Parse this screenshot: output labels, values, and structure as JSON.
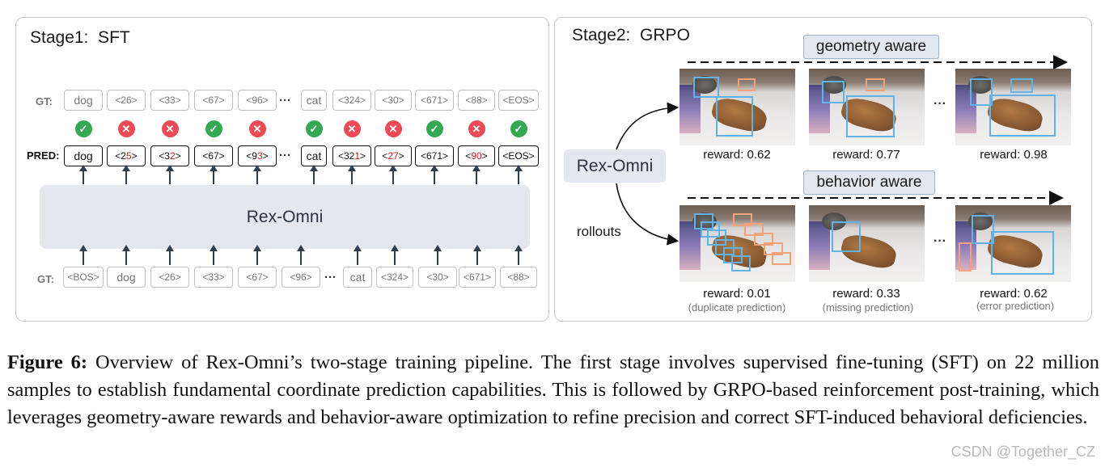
{
  "stage1": {
    "title": "Stage1:  SFT",
    "gt_label": "GT:",
    "pred_label": "PRED:",
    "gt_label_bottom": "GT:",
    "model": "Rex-Omni",
    "ellipsis": "···",
    "gt_tokens": [
      "dog",
      "<26>",
      "<33>",
      "<67>",
      "<96>",
      "cat",
      "<324>",
      "<30>",
      "<671>",
      "<88>",
      "<EOS>"
    ],
    "pred_tokens": [
      {
        "pre": "dog",
        "err": "",
        "post": ""
      },
      {
        "pre": "<2",
        "err": "5",
        "post": ">"
      },
      {
        "pre": "<3",
        "err": "2",
        "post": ">"
      },
      {
        "pre": "<67>",
        "err": "",
        "post": ""
      },
      {
        "pre": "<9",
        "err": "3",
        "post": ">"
      },
      {
        "pre": "cat",
        "err": "",
        "post": ""
      },
      {
        "pre": "<32",
        "err": "1",
        "post": ">"
      },
      {
        "pre": "<",
        "err": "27",
        "post": ">"
      },
      {
        "pre": "<671>",
        "err": "",
        "post": ""
      },
      {
        "pre": "<",
        "err": "90",
        "post": ">"
      },
      {
        "pre": "<EOS>",
        "err": "",
        "post": ""
      }
    ],
    "marks": [
      "check-icon",
      "cross-icon",
      "cross-icon",
      "check-icon",
      "cross-icon",
      "check-icon",
      "cross-icon",
      "cross-icon",
      "check-icon",
      "cross-icon",
      "check-icon"
    ],
    "input_tokens": [
      "<BOS>",
      "dog",
      "<26>",
      "<33>",
      "<67>",
      "<96>",
      "cat",
      "<324>",
      "<30>",
      "<671>",
      "<88>"
    ]
  },
  "stage2": {
    "title": "Stage2:  GRPO",
    "model": "Rex-Omni",
    "rollouts": "rollouts",
    "geometry_tag": "geometry aware",
    "behavior_tag": "behavior aware",
    "ellipsis": "···",
    "geometry_rewards": [
      "reward: 0.62",
      "reward: 0.77",
      "reward: 0.98"
    ],
    "behavior_rewards": [
      "reward: 0.01",
      "reward: 0.33",
      "reward: 0.62"
    ],
    "behavior_notes": [
      "(duplicate prediction)",
      "(missing prediction)",
      "(error prediction)"
    ],
    "colors": {
      "box_blue": "#5fb3e6",
      "box_orange": "#f2a179",
      "tag_bg": "#e1e8f0"
    }
  },
  "caption": {
    "label": "Figure 6:",
    "text": " Overview of Rex-Omni’s two-stage training pipeline. The first stage involves supervised fine-tuning (SFT) on 22 million samples to establish fundamental coordinate prediction capabilities. This is followed by GRPO-based reinforcement post-training, which leverages geometry-aware rewards and behavior-aware optimization to refine precision and correct SFT-induced behavioral deficiencies."
  },
  "watermark": "CSDN @Together_CZ"
}
